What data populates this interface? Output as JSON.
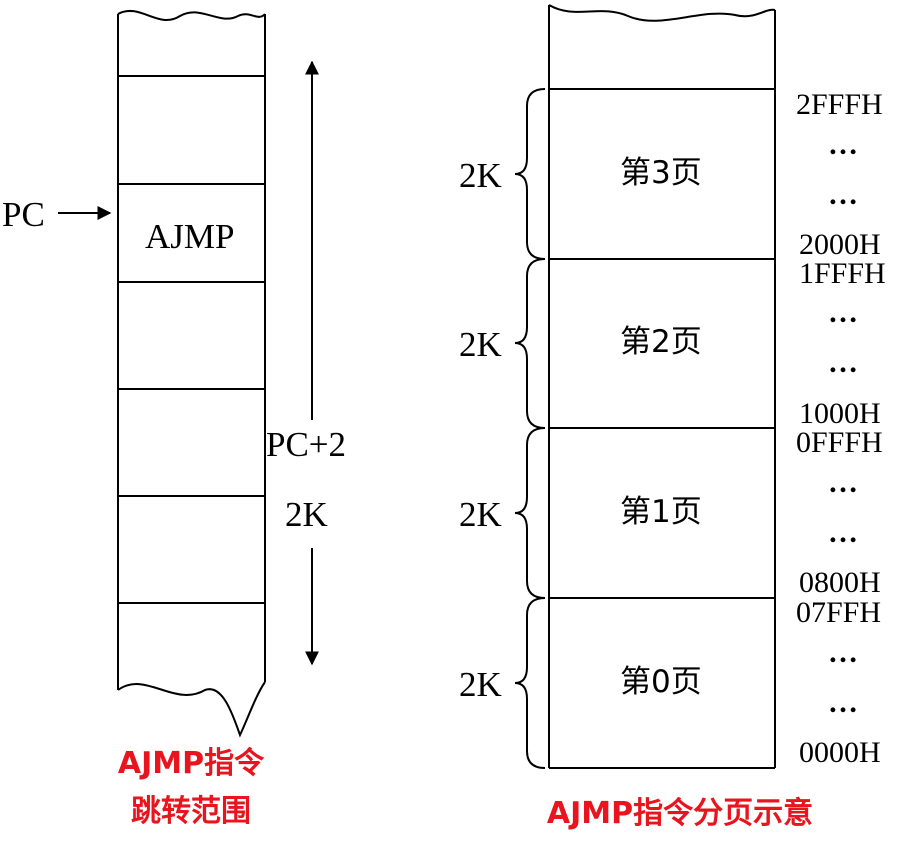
{
  "left_diagram": {
    "pc_label": "PC",
    "instruction": "AJMP",
    "range_offset": "PC+2",
    "range_size": "2K",
    "caption_line1": "AJMP指令",
    "caption_line2": "跳转范围"
  },
  "right_diagram": {
    "pages": [
      {
        "name": "第3页",
        "size": "2K",
        "high_addr": "2FFFH",
        "low_addr": "2000H"
      },
      {
        "name": "第2页",
        "size": "2K",
        "high_addr": "1FFFH",
        "low_addr": "1000H"
      },
      {
        "name": "第1页",
        "size": "2K",
        "high_addr": "0FFFH",
        "low_addr": "0800H"
      },
      {
        "name": "第0页",
        "size": "2K",
        "high_addr": "07FFH",
        "low_addr": "0000H"
      }
    ],
    "ellipsis": "…",
    "caption": "AJMP指令分页示意"
  },
  "colors": {
    "caption": "#e8141e",
    "stroke": "#000000"
  }
}
